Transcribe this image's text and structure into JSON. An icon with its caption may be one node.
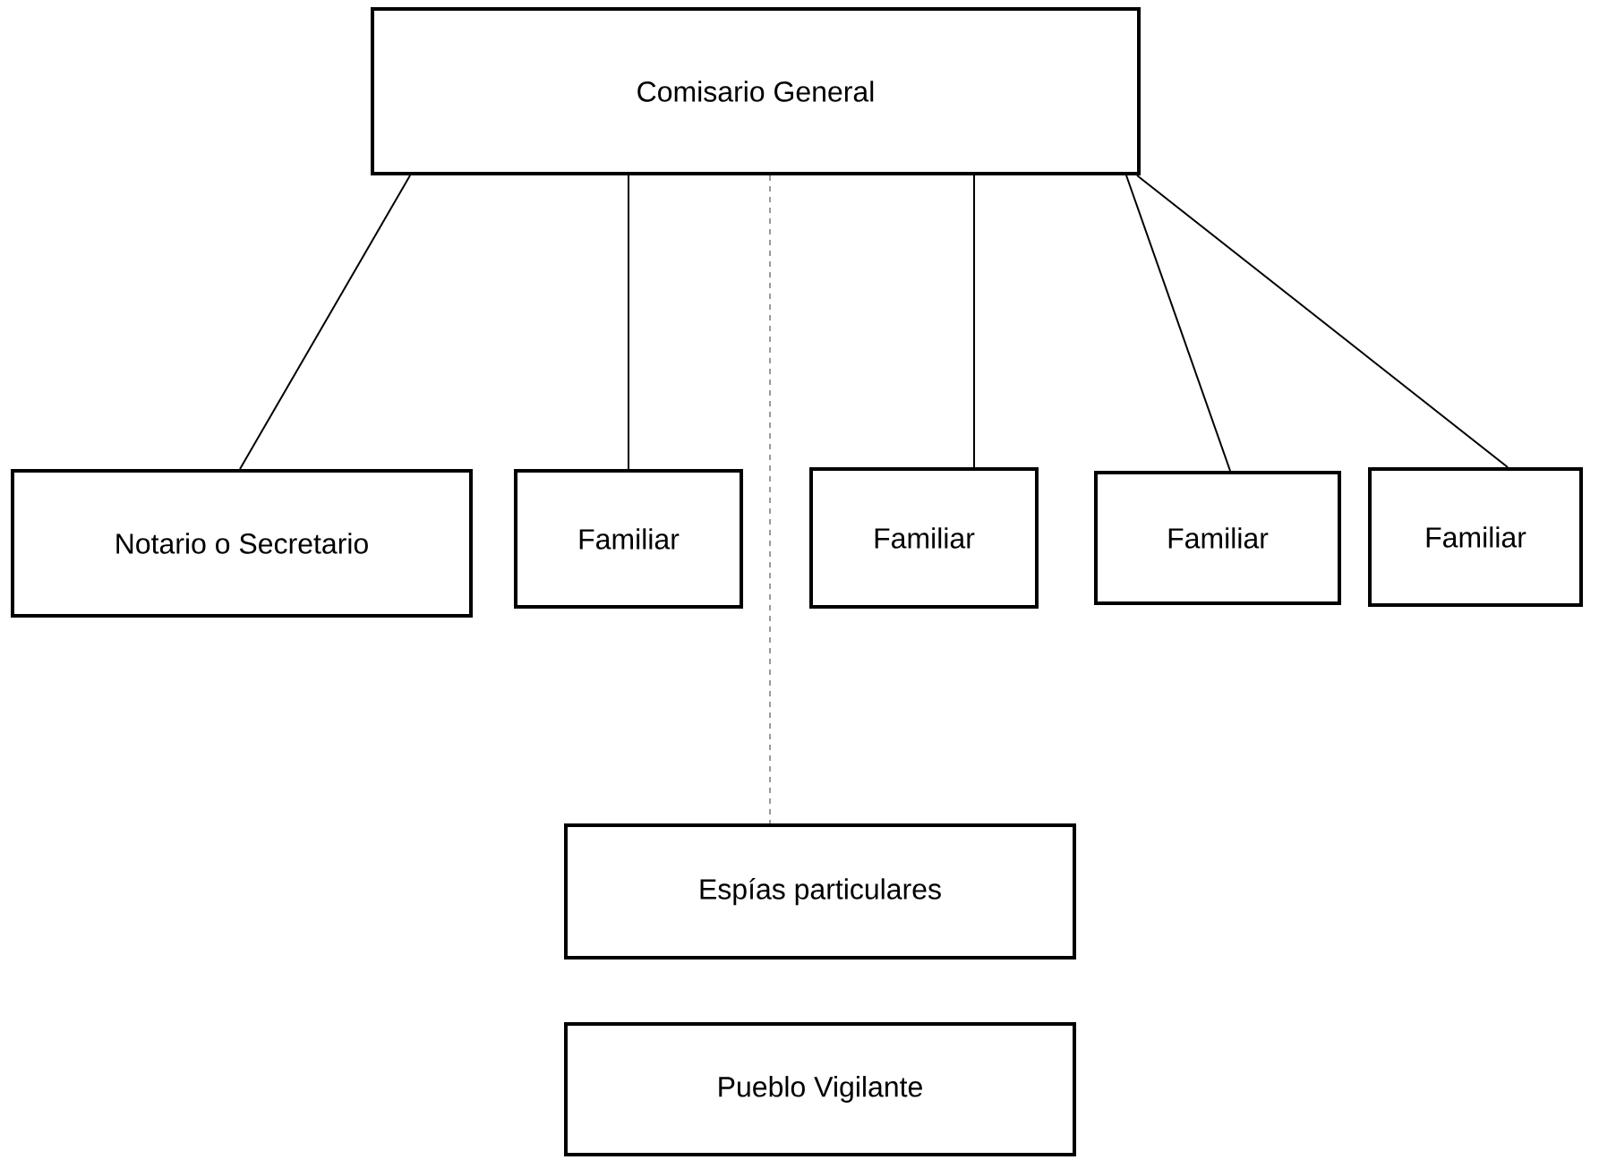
{
  "diagram": {
    "nodes": [
      {
        "text": [
          "Comisario General"
        ]
      },
      {
        "text": [
          "Notario o Secretario"
        ]
      },
      {
        "text": [
          "Familiar"
        ]
      },
      {
        "text": [
          "Familiar"
        ]
      },
      {
        "text": [
          "Familiar"
        ]
      },
      {
        "text": [
          "Familiar"
        ]
      },
      {
        "text": [
          "Espías particulares"
        ]
      },
      {
        "text": [
          "Pueblo Vigilante"
        ]
      }
    ],
    "edges": [
      {
        "from": 0,
        "to": 1,
        "arrow": "none"
      },
      {
        "from": 0,
        "to": 2,
        "arrow": "none"
      },
      {
        "from": 0,
        "to": 6,
        "arrow": "none",
        "style": "dashed"
      },
      {
        "from": 0,
        "to": 3,
        "arrow": "none"
      },
      {
        "from": 0,
        "to": 4,
        "arrow": "none"
      },
      {
        "from": 0,
        "to": 5,
        "arrow": "none"
      }
    ]
  }
}
